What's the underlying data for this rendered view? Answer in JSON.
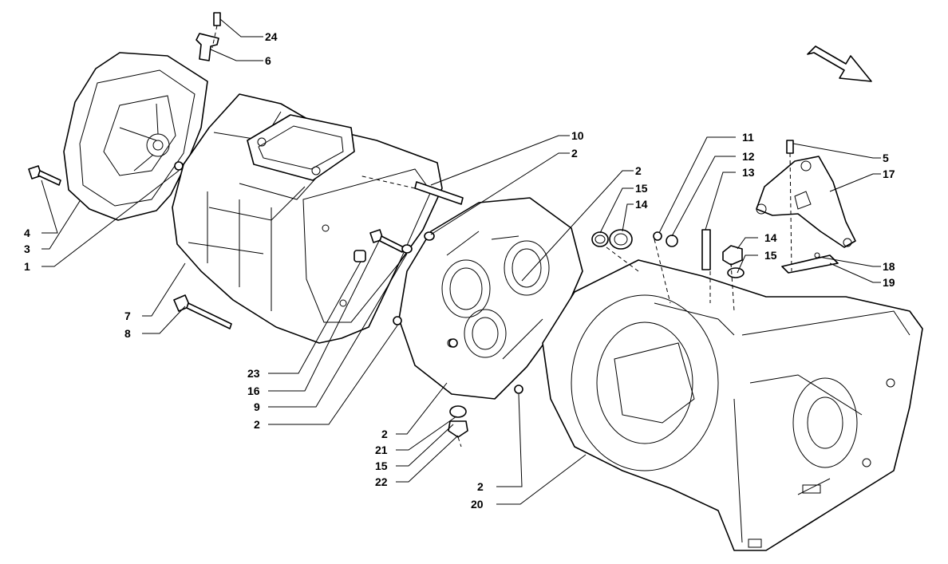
{
  "callouts": [
    {
      "id": "c24a",
      "text": "24"
    },
    {
      "id": "c6",
      "text": "6"
    },
    {
      "id": "c4",
      "text": "4"
    },
    {
      "id": "c3",
      "text": "3"
    },
    {
      "id": "c1",
      "text": "1"
    },
    {
      "id": "c7",
      "text": "7"
    },
    {
      "id": "c8",
      "text": "8"
    },
    {
      "id": "c10",
      "text": "10"
    },
    {
      "id": "c2a",
      "text": "2"
    },
    {
      "id": "c2b",
      "text": "2"
    },
    {
      "id": "c15a",
      "text": "15"
    },
    {
      "id": "c14a",
      "text": "14"
    },
    {
      "id": "c11",
      "text": "11"
    },
    {
      "id": "c12",
      "text": "12"
    },
    {
      "id": "c13",
      "text": "13"
    },
    {
      "id": "c5",
      "text": "5"
    },
    {
      "id": "c17",
      "text": "17"
    },
    {
      "id": "c14b",
      "text": "14"
    },
    {
      "id": "c15b",
      "text": "15"
    },
    {
      "id": "c18",
      "text": "18"
    },
    {
      "id": "c19",
      "text": "19"
    },
    {
      "id": "c23",
      "text": "23"
    },
    {
      "id": "c16",
      "text": "16"
    },
    {
      "id": "c9",
      "text": "9"
    },
    {
      "id": "c2c",
      "text": "2"
    },
    {
      "id": "c2d",
      "text": "2"
    },
    {
      "id": "c21",
      "text": "21"
    },
    {
      "id": "c15c",
      "text": "15"
    },
    {
      "id": "c22",
      "text": "22"
    },
    {
      "id": "c2e",
      "text": "2"
    },
    {
      "id": "c20",
      "text": "20"
    }
  ],
  "direction_arrow_icon": "hollow-arrow-icon"
}
